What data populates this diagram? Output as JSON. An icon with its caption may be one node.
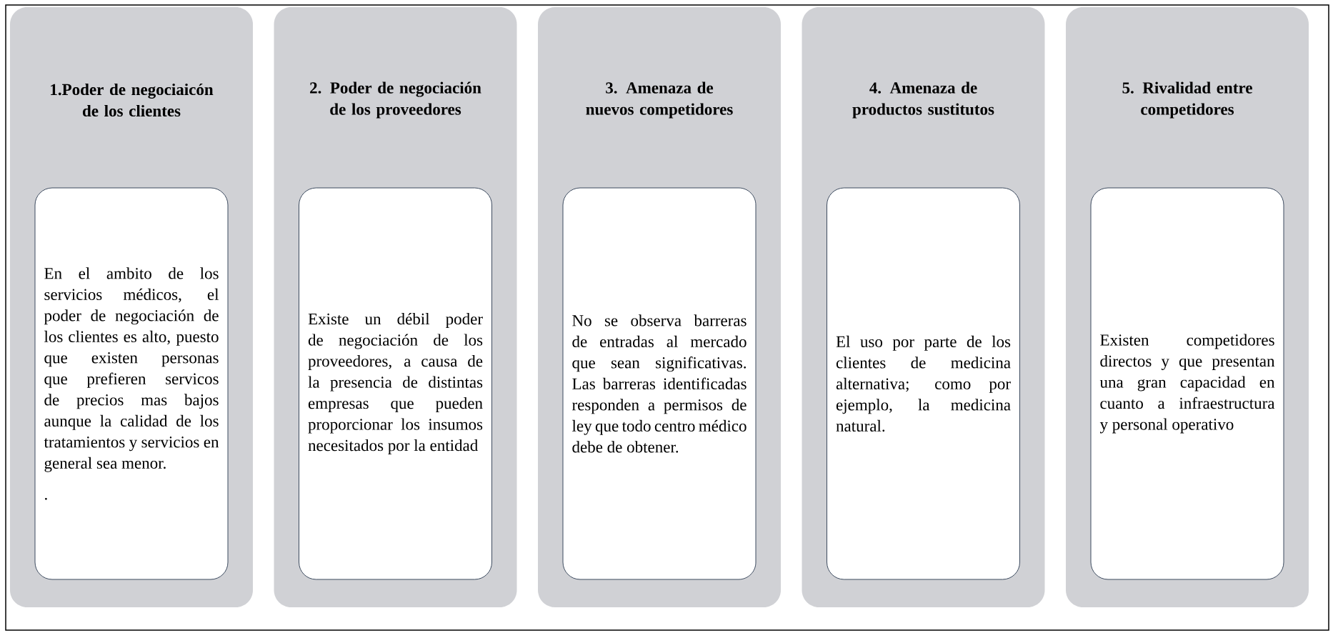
{
  "diagram": {
    "nodes": [
      {
        "text": [
          "1.Poder de negociaicón de los clientes"
        ]
      },
      {
        "text": [
          "En el ambito de los servicios médicos, el poder de negociación de los clientes es alto, puesto que existen personas que prefieren servicos de precios mas bajos aunque la calidad de los tratamientos y servicios en general sea menor.",
          "."
        ],
        "in": 0
      },
      {
        "text": [
          "2. Poder de negociación de los proveedores"
        ]
      },
      {
        "text": [
          "Existe un débil poder de negociación de los proveedores, a causa de la presencia de distintas empresas que pueden proporcionar los insumos necesitados por la entidad"
        ],
        "in": 2
      },
      {
        "text": [
          "3. Amenaza de nuevos competidores"
        ]
      },
      {
        "text": [
          "No se observa barreras de entradas al mercado que sean significativas. Las barreras identificadas responden a permisos de ley que todo centro médico debe de obtener."
        ],
        "in": 4
      },
      {
        "text": [
          "4. Amenaza de productos sustitutos"
        ]
      },
      {
        "text": [
          "El uso por parte de los clientes de medicina alternativa; como por ejemplo, la medicina natural."
        ],
        "in": 6
      },
      {
        "text": [
          "5. Rivalidad entre competidores"
        ]
      },
      {
        "text": [
          "Existen competidores directos y que presentan una gran capacidad en cuanto a infraestructura y personal operativo"
        ],
        "in": 8
      }
    ]
  }
}
